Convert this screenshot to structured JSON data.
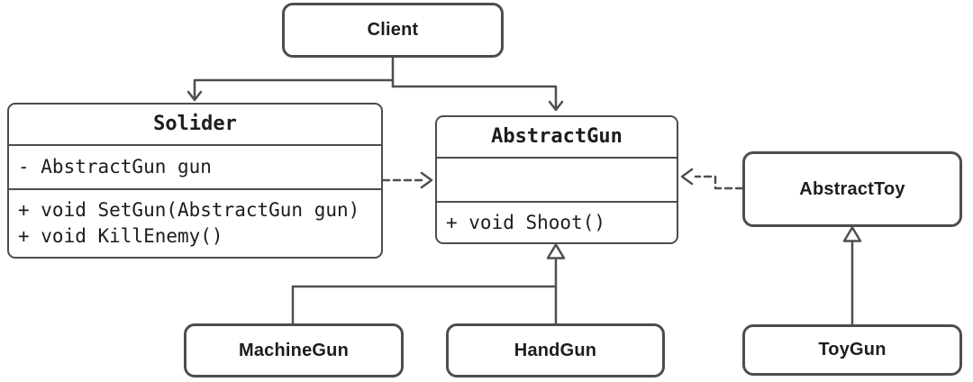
{
  "diagram": {
    "nodes": {
      "client": {
        "label": "Client"
      },
      "solider": {
        "title": "Solider",
        "fields": [
          "- AbstractGun gun"
        ],
        "methods": [
          "+ void SetGun(AbstractGun gun)",
          "+ void KillEnemy()"
        ]
      },
      "abstract_gun": {
        "title": "AbstractGun",
        "fields": [],
        "methods": [
          "+ void Shoot()"
        ]
      },
      "abstract_toy": {
        "label": "AbstractToy"
      },
      "machine_gun": {
        "label": "MachineGun"
      },
      "hand_gun": {
        "label": "HandGun"
      },
      "toy_gun": {
        "label": "ToyGun"
      }
    },
    "edges": [
      {
        "from": "Client",
        "to": "Solider",
        "type": "solid-arrow"
      },
      {
        "from": "Client",
        "to": "AbstractGun",
        "type": "solid-arrow"
      },
      {
        "from": "Solider",
        "to": "AbstractGun",
        "type": "dashed-dependency-arrow"
      },
      {
        "from": "AbstractToy",
        "to": "AbstractGun",
        "type": "dashed-dependency-arrow"
      },
      {
        "from": "MachineGun",
        "to": "AbstractGun",
        "type": "inheritance-hollow-triangle"
      },
      {
        "from": "HandGun",
        "to": "AbstractGun",
        "type": "inheritance-hollow-triangle"
      },
      {
        "from": "ToyGun",
        "to": "AbstractToy",
        "type": "inheritance-hollow-triangle"
      }
    ],
    "colors": {
      "border": "#4d4d4d",
      "line": "#4f4f4f",
      "text": "#1d1d1f",
      "background": "#ffffff"
    }
  }
}
